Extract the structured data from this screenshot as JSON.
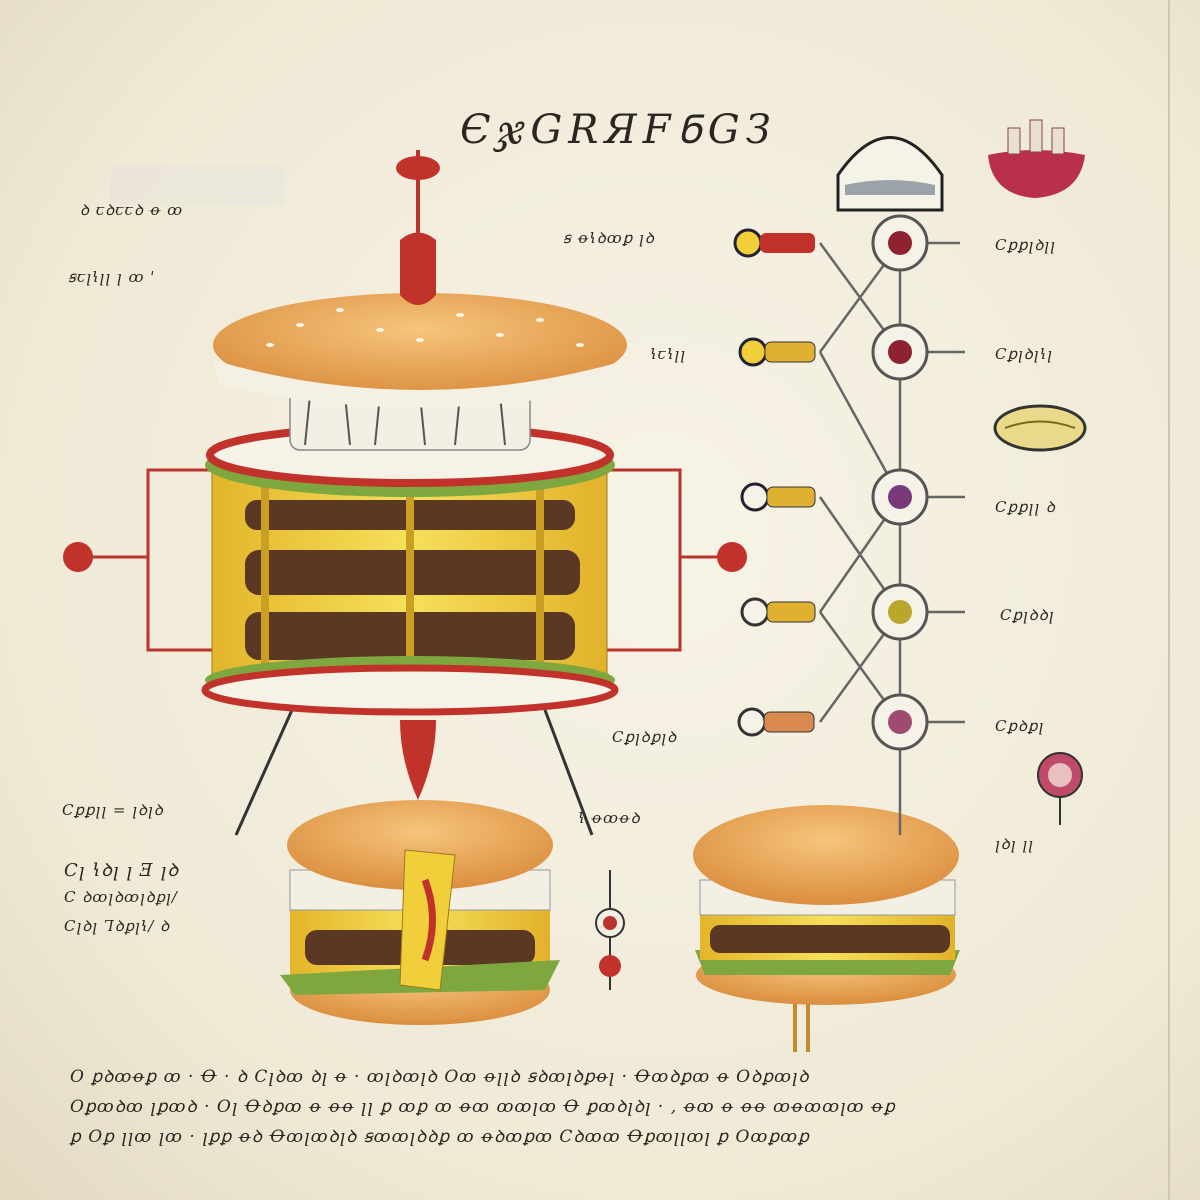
{
  "title": "ЄჯGRЯFᲜGЗ",
  "labels": {
    "top_left_1": "ꝺ ꞇꝺꞇꞇꝺ ꝋ ꝏ",
    "top_left_2": "ꞩꞇꞁꝇꞁꞁ ꞁ ꝏ ꞌ",
    "center_note": "ꞩ ꝋꝇꝺꝏꝑ ꞁꝺ",
    "mid_key": "ꝇꞇꝇꞁꞁ",
    "left_bottom_1": "Cꝑꝑꞁꞁ = ꞁꝺꞁꝺ",
    "left_bottom_2": "Cꞁ ꝇꝺꞁ ꞁ Ǝ ꞁꝺ",
    "left_bottom_3": "C ꝺꝏꞁꝺꝏꞁꝺꝑꞁ/",
    "left_bottom_4": "Cꞁꝺꞁ Ꞁꝺꝑꞁꝇ/ ꝺ",
    "lower_mid": "ꝇ ꝋꝏꝋꝺ",
    "bottom_key": "Cꝑꞁꝺꝑꞁꝺ",
    "right_1": "Cꝑꝑꞁꝺꞁꞁ",
    "right_2": "Cꝑꞁꝺꞁꝇꞁ",
    "right_3": "Cꝑꝑꞁꞁ ꝺ",
    "right_4": "Cꝑꞁꝺꝺꞁ",
    "right_5": "Cꝑꝺꝑꞁ",
    "right_6": "ꞁꝺꞁ ꞁꞁ"
  },
  "paragraph": [
    "O ꝑꝺꝏꝋꝑ ꝏ · Ꝋ · ꝺ Cꞁꝺꝏ ꝺꞁ ꝋ · ꝏꞁꝺꝏꞁꝺ Oꝏ ꝋꞁꞁꝺ ꞩꝺꝏꞁꝺꝑꝋꞁ · Ꝋꝏꝺꝑꝏ ꝋ Oꝺꝑꝏꞁꝺ",
    "Oꝑꝏꝺꝏ ꞁꝑꝏꝺ · Oꞁ Ꝋꝺꝑꝏ ꝋ ꝋꝋ ꞁꞁ ꝑ ꝏꝑ ꝏ ꝋꝏ ꝏꝏꞁꝏ Ꝋ ꝑꝏꝺꞁꝺꞁ · , ꝋꝏ ꝋ ꝋꝋ ꝏꝋꝏꝏꞁꝏ ꝋꝑ",
    "ꝑ Oꝑ ꞁꞁꝏ ꞁꝏ · ꞁꝑꝑ ꝋꝺ Ꝋꝏꞁꝏꝺꞁꝺ ꞩꝏꝏꞁꝺꝺꝑ ꝏ ꝋꝺꝏꝑꝏ Cꝺꝏꝏ Ꝋꝑꝏꞁꞁꝏꞁ ꝑ Oꝏꝑꝏꝑ"
  ],
  "colors": {
    "bun": "#e7a04e",
    "cheese": "#f0cf3a",
    "patty": "#5a3824",
    "red": "#c1322b",
    "lettuce": "#7ea83f",
    "ink": "#2b2620"
  }
}
